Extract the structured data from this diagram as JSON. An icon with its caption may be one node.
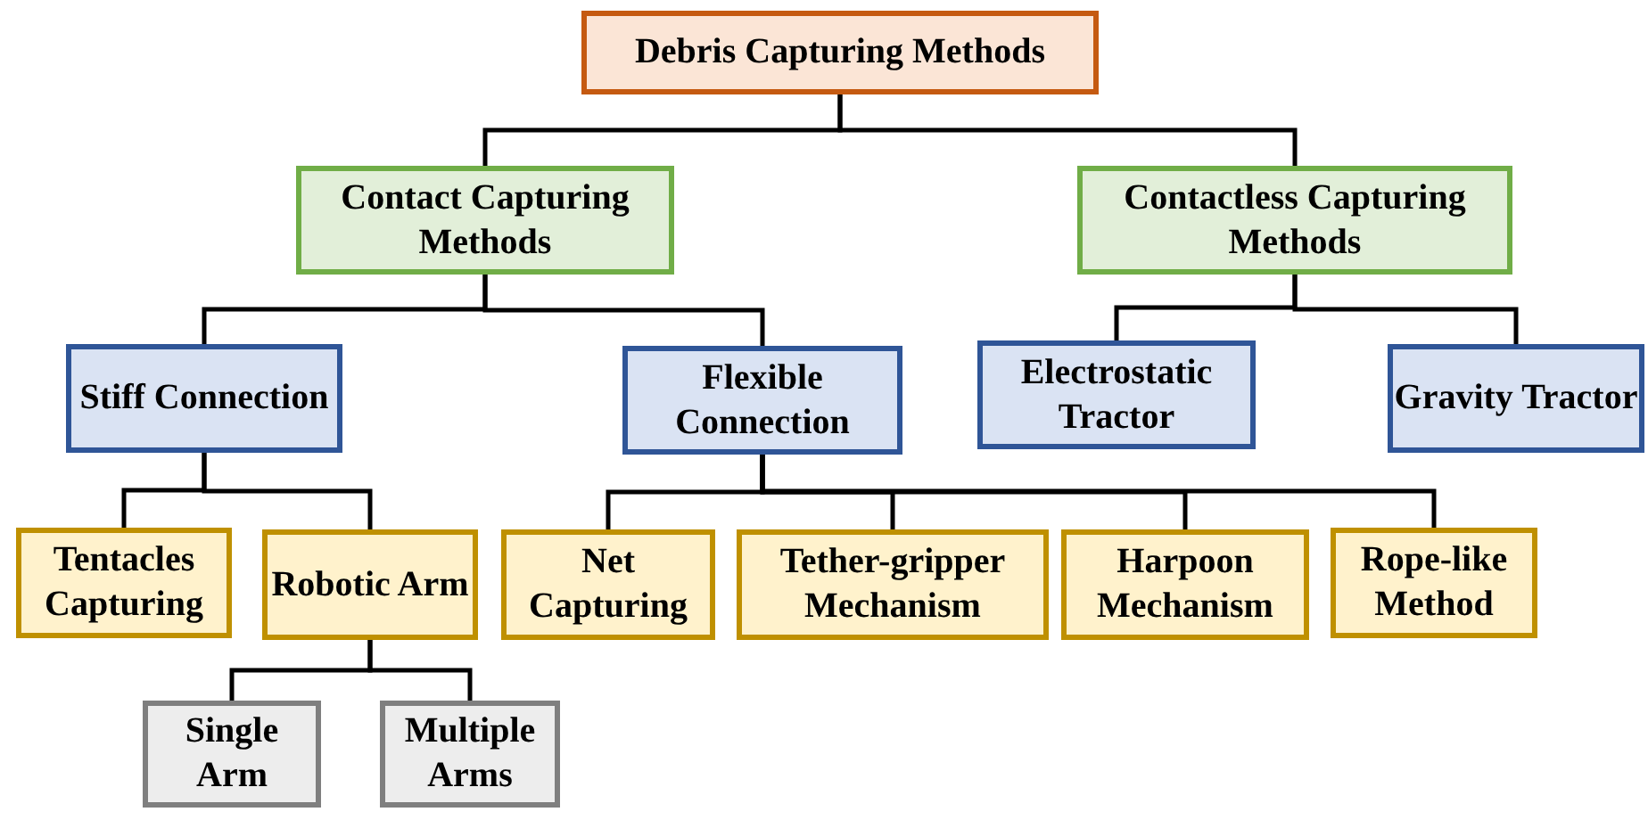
{
  "diagram": {
    "nodes": [
      {
        "text": [
          "Debris Capturing Methods"
        ]
      },
      {
        "text": [
          "Contact Capturing Methods"
        ]
      },
      {
        "text": [
          "Contactless Capturing Methods"
        ]
      },
      {
        "text": [
          "Stiff Connection"
        ]
      },
      {
        "text": [
          "Flexible Connection"
        ]
      },
      {
        "text": [
          "Electrostatic Tractor"
        ]
      },
      {
        "text": [
          "Gravity Tractor"
        ]
      },
      {
        "text": [
          "Tentacles Capturing"
        ]
      },
      {
        "text": [
          "Robotic Arm"
        ]
      },
      {
        "text": [
          "Net Capturing"
        ]
      },
      {
        "text": [
          "Tether-gripper Mechanism"
        ]
      },
      {
        "text": [
          "Harpoon Mechanism"
        ]
      },
      {
        "text": [
          "Rope-like Method"
        ]
      },
      {
        "text": [
          "Single Arm"
        ]
      },
      {
        "text": [
          "Multiple Arms"
        ]
      }
    ],
    "edges": [
      {
        "from": 0,
        "to": 1,
        "arrow": "none"
      },
      {
        "from": 0,
        "to": 2,
        "arrow": "none"
      },
      {
        "from": 1,
        "to": 3,
        "arrow": "none"
      },
      {
        "from": 1,
        "to": 4,
        "arrow": "none"
      },
      {
        "from": 2,
        "to": 5,
        "arrow": "none"
      },
      {
        "from": 2,
        "to": 6,
        "arrow": "none"
      },
      {
        "from": 3,
        "to": 7,
        "arrow": "none"
      },
      {
        "from": 3,
        "to": 8,
        "arrow": "none"
      },
      {
        "from": 4,
        "to": 9,
        "arrow": "none"
      },
      {
        "from": 4,
        "to": 10,
        "arrow": "none"
      },
      {
        "from": 4,
        "to": 11,
        "arrow": "none"
      },
      {
        "from": 4,
        "to": 12,
        "arrow": "none"
      },
      {
        "from": 8,
        "to": 13,
        "arrow": "none"
      },
      {
        "from": 8,
        "to": 14,
        "arrow": "none"
      }
    ]
  }
}
